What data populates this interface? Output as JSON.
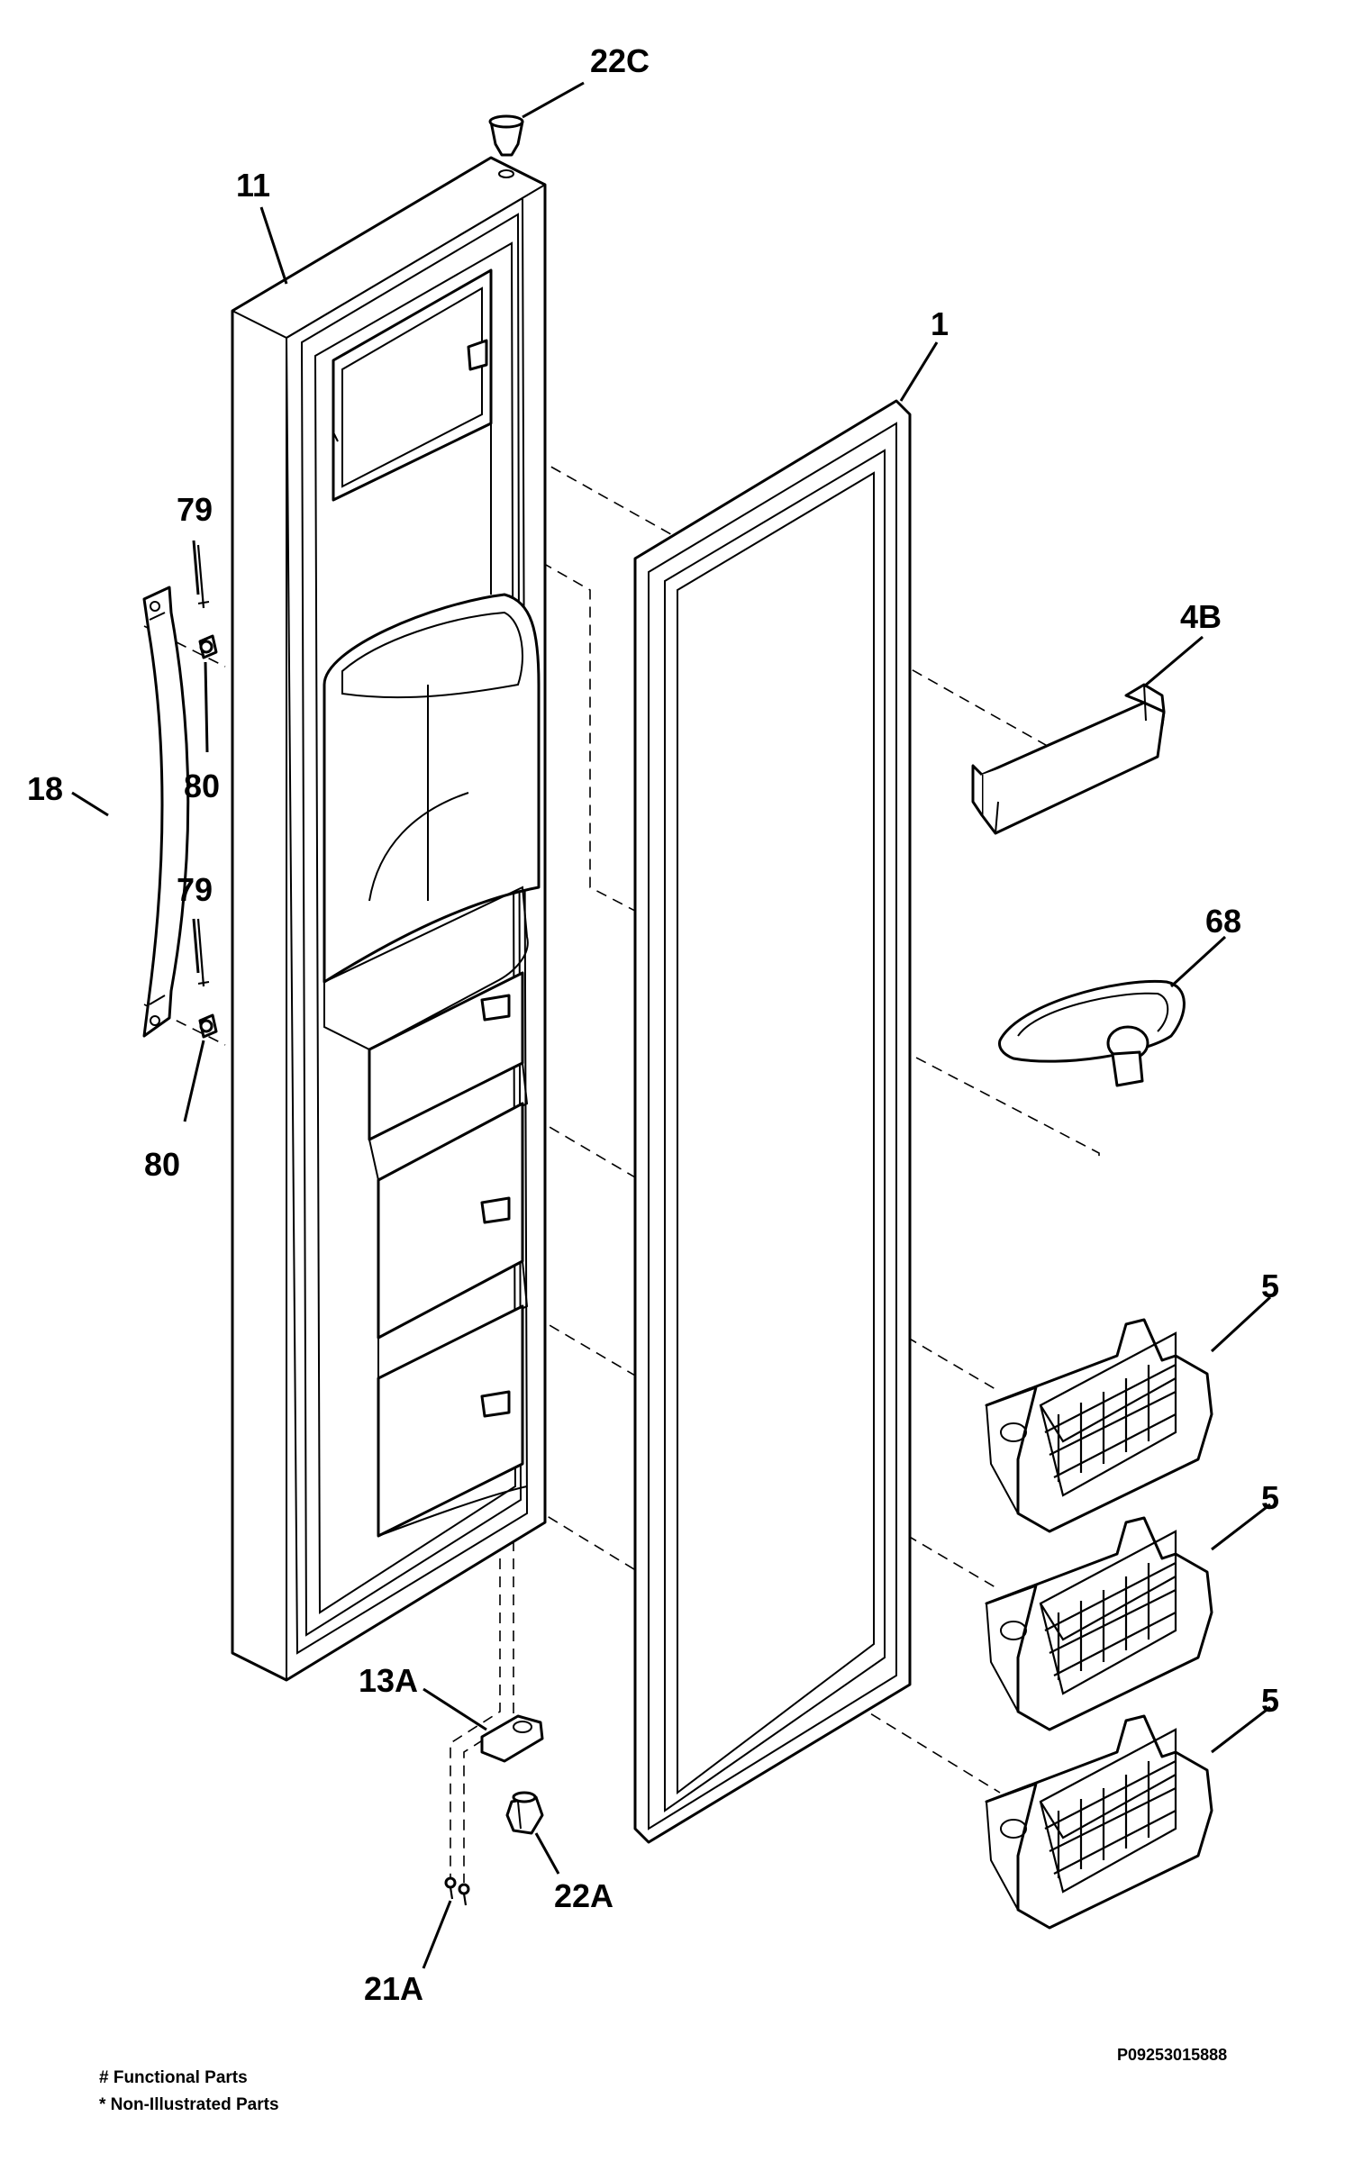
{
  "callouts": {
    "c22C": "22C",
    "c11": "11",
    "c1": "1",
    "c79a": "79",
    "c80a": "80",
    "c18": "18",
    "c79b": "79",
    "c80b": "80",
    "c4B": "4B",
    "c68": "68",
    "c5a": "5",
    "c5b": "5",
    "c5c": "5",
    "c13A": "13A",
    "c22A": "22A",
    "c21A": "21A"
  },
  "doc_id": "P09253015888",
  "legend": {
    "functional": "#  Functional Parts",
    "non_illustrated": "*  Non-Illustrated Parts"
  }
}
